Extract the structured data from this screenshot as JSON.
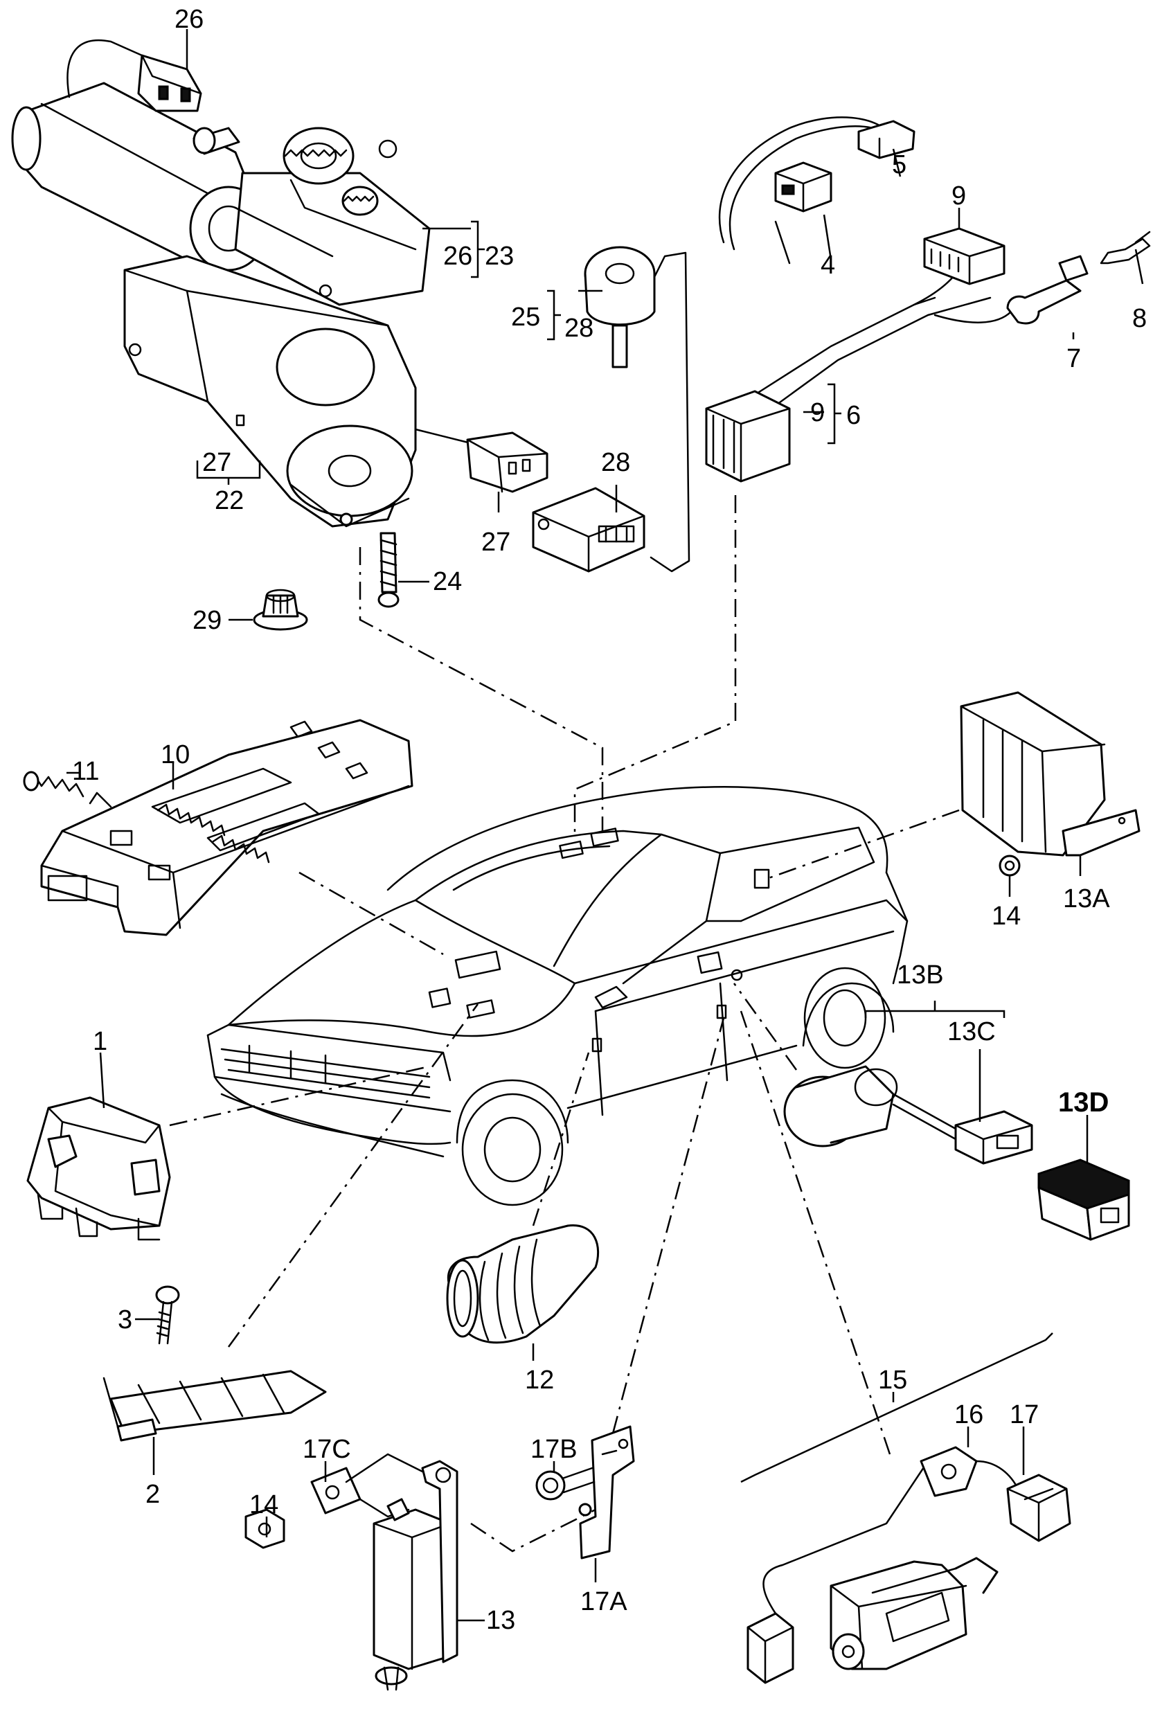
{
  "callouts": {
    "c1": "1",
    "c2": "2",
    "c3": "3",
    "c4": "4",
    "c5": "5",
    "c6": "6",
    "c7": "7",
    "c8": "8",
    "c9a": "9",
    "c9b": "9",
    "c10": "10",
    "c11": "11",
    "c12": "12",
    "c13": "13",
    "c13A": "13A",
    "c13B": "13B",
    "c13C": "13C",
    "c13D": "13D",
    "c14a": "14",
    "c14b": "14",
    "c15": "15",
    "c16": "16",
    "c17": "17",
    "c17A": "17A",
    "c17B": "17B",
    "c17C": "17C",
    "c22": "22",
    "c23": "23",
    "c24": "24",
    "c25": "25",
    "c26a": "26",
    "c26b": "26",
    "c27a": "27",
    "c27b": "27",
    "c28a": "28",
    "c28b": "28",
    "c29": "29"
  }
}
